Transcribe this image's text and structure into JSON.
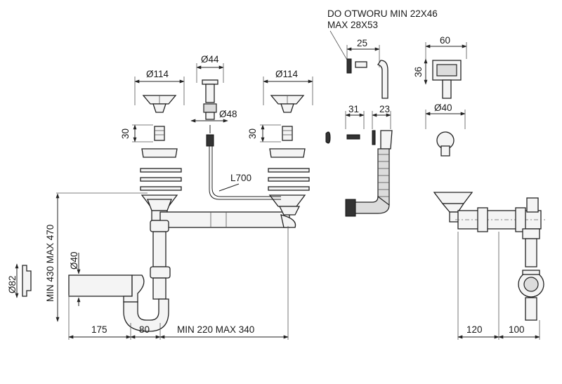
{
  "dimensions": {
    "strainer_left_dia": "Ø114",
    "strainer_right_dia": "Ø114",
    "overflow_top_dia": "Ø44",
    "overflow_body_dia": "Ø48",
    "strainer_left_height": "30",
    "strainer_right_height": "30",
    "overflow_tube_length": "L700",
    "outlet_dia": "Ø82",
    "outlet_height": "MIN 430 MAX 470",
    "inlet_dia": "Ø40",
    "dist_175": "175",
    "dist_80": "80",
    "dist_min_max": "MIN 220 MAX 340",
    "side_120": "120",
    "side_100": "100",
    "hole_note_line1": "DO OTWORU MIN 22X46",
    "hole_note_line2": "MAX 28X53",
    "overflow_head_25": "25",
    "overflow_head_60": "60",
    "overflow_head_36": "36",
    "screw_31": "31",
    "elbow_23": "23",
    "connector_dia": "Ø40"
  }
}
